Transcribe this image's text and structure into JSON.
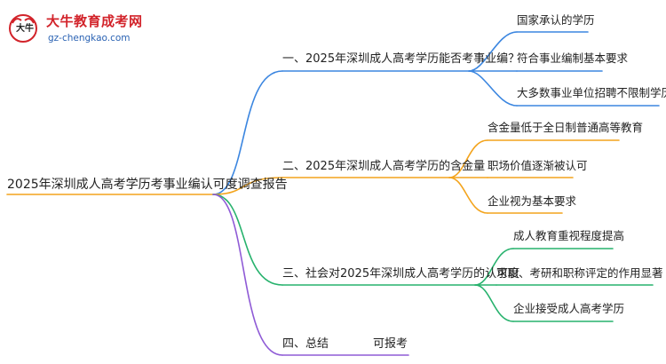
{
  "logo": {
    "title": "大牛教育成考网",
    "url": "gz-chengkao.com",
    "emblem_text": "大牛",
    "accent_color": "#d2232a",
    "url_color": "#2a62b3"
  },
  "mindmap": {
    "root": "2025年深圳成人高考学历考事业编认可度调查报告",
    "branches": [
      {
        "label": "一、2025年深圳成人高考学历能否考事业编？",
        "color": "#3b86e0",
        "leaves": [
          "国家承认的学历",
          "符合事业编制基本要求",
          "大多数事业单位招聘不限制学历类型"
        ]
      },
      {
        "label": "二、2025年深圳成人高考学历的含金量",
        "color": "#f3a41d",
        "leaves": [
          "含金量低于全日制普通高等教育",
          "职场价值逐渐被认可",
          "企业视为基本要求"
        ]
      },
      {
        "label": "三、社会对2025年深圳成人高考学历的认可度",
        "color": "#27b26d",
        "leaves": [
          "成人教育重视程度提高",
          "求职、考研和职称评定的作用显著",
          "企业接受成人高考学历"
        ]
      },
      {
        "label": "四、总结",
        "color": "#8f5bd6",
        "extra": "可报考",
        "leaves": []
      }
    ]
  }
}
